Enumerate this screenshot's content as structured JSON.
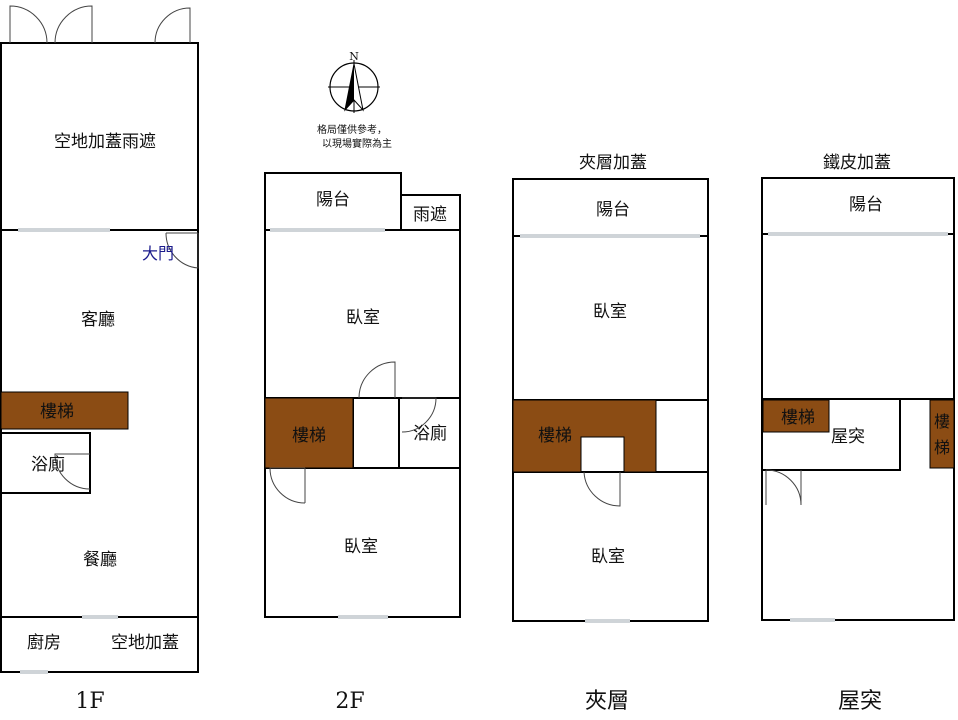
{
  "colors": {
    "stair": "#8b4c14",
    "door_label": "#1a1a8c",
    "wall": "#000000"
  },
  "compass": {
    "north": "N",
    "note_line1": "格局僅供參考，",
    "note_line2": "以現場實際為主"
  },
  "floor_1f": {
    "label": "1F",
    "rooms": {
      "canopy": "空地加蓋雨遮",
      "main_door": "大門",
      "living": "客廳",
      "stairs": "樓梯",
      "bath": "浴廁",
      "dining": "餐廳",
      "kitchen": "廚房",
      "annex": "空地加蓋"
    }
  },
  "floor_2f": {
    "label": "2F",
    "rooms": {
      "balcony": "陽台",
      "awning": "雨遮",
      "bedroom1": "臥室",
      "stairs": "樓梯",
      "bath": "浴廁",
      "bedroom2": "臥室"
    }
  },
  "floor_mezz": {
    "label": "夾層",
    "top_note": "夾層加蓋",
    "rooms": {
      "balcony": "陽台",
      "bedroom1": "臥室",
      "stairs": "樓梯",
      "bedroom2": "臥室"
    }
  },
  "floor_roof": {
    "label": "屋突",
    "top_note": "鐵皮加蓋",
    "rooms": {
      "balcony": "陽台",
      "stairs_left": "樓梯",
      "rooftop": "屋突",
      "stairs_right_line1": "樓",
      "stairs_right_line2": "梯"
    }
  }
}
